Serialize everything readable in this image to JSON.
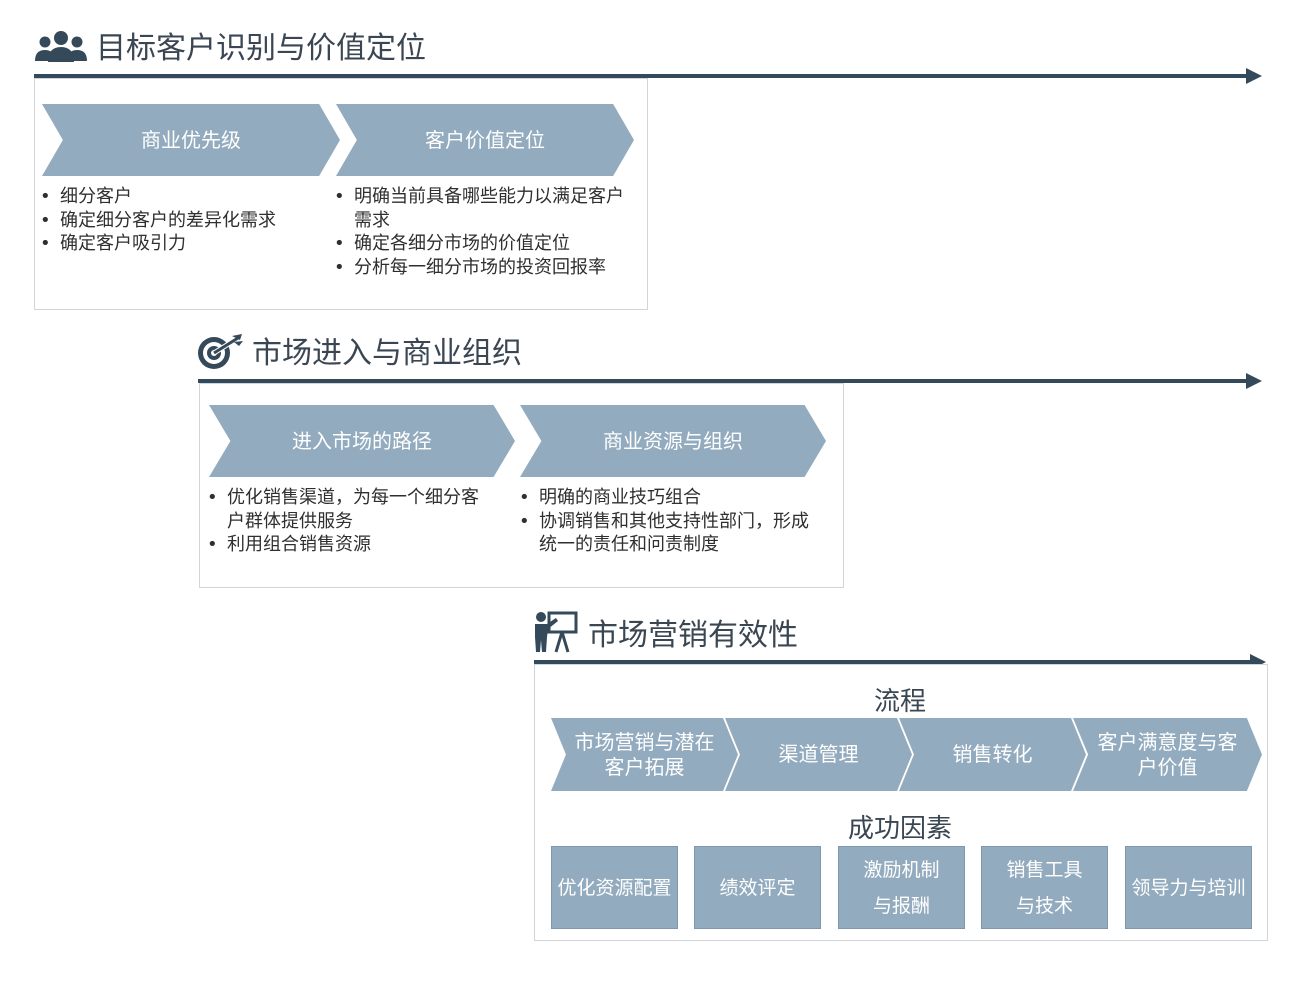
{
  "section1": {
    "title": "目标客户识别与价值定位",
    "icon": "users-icon",
    "steps": [
      {
        "label": "商业优先级",
        "bullets": [
          "细分客户",
          "确定细分客户的差异化需求",
          "确定客户吸引力"
        ]
      },
      {
        "label": "客户价值定位",
        "bullets": [
          "明确当前具备哪些能力以满足客户需求",
          "确定各细分市场的价值定位",
          "分析每一细分市场的投资回报率"
        ]
      }
    ]
  },
  "section2": {
    "title": "市场进入与商业组织",
    "icon": "target-icon",
    "steps": [
      {
        "label": "进入市场的路径",
        "bullets": [
          "优化销售渠道，为每一个细分客户群体提供服务",
          "利用组合销售资源"
        ]
      },
      {
        "label": "商业资源与组织",
        "bullets": [
          "明确的商业技巧组合",
          "协调销售和其他支持性部门，形成统一的责任和问责制度"
        ]
      }
    ]
  },
  "section3": {
    "title": "市场营销有效性",
    "icon": "presenter-icon",
    "process_title": "流程",
    "process": [
      "市场营销与潜在客户拓展",
      "渠道管理",
      "销售转化",
      "客户满意度与客户价值"
    ],
    "factors_title": "成功因素",
    "factors": [
      "优化资源配置",
      "绩效评定",
      "激励机制与报酬",
      "销售工具与技术",
      "领导力与培训"
    ]
  },
  "colors": {
    "arrow": "#34495a",
    "shape_fill": "#93abbf",
    "title_text": "#3a4652"
  }
}
